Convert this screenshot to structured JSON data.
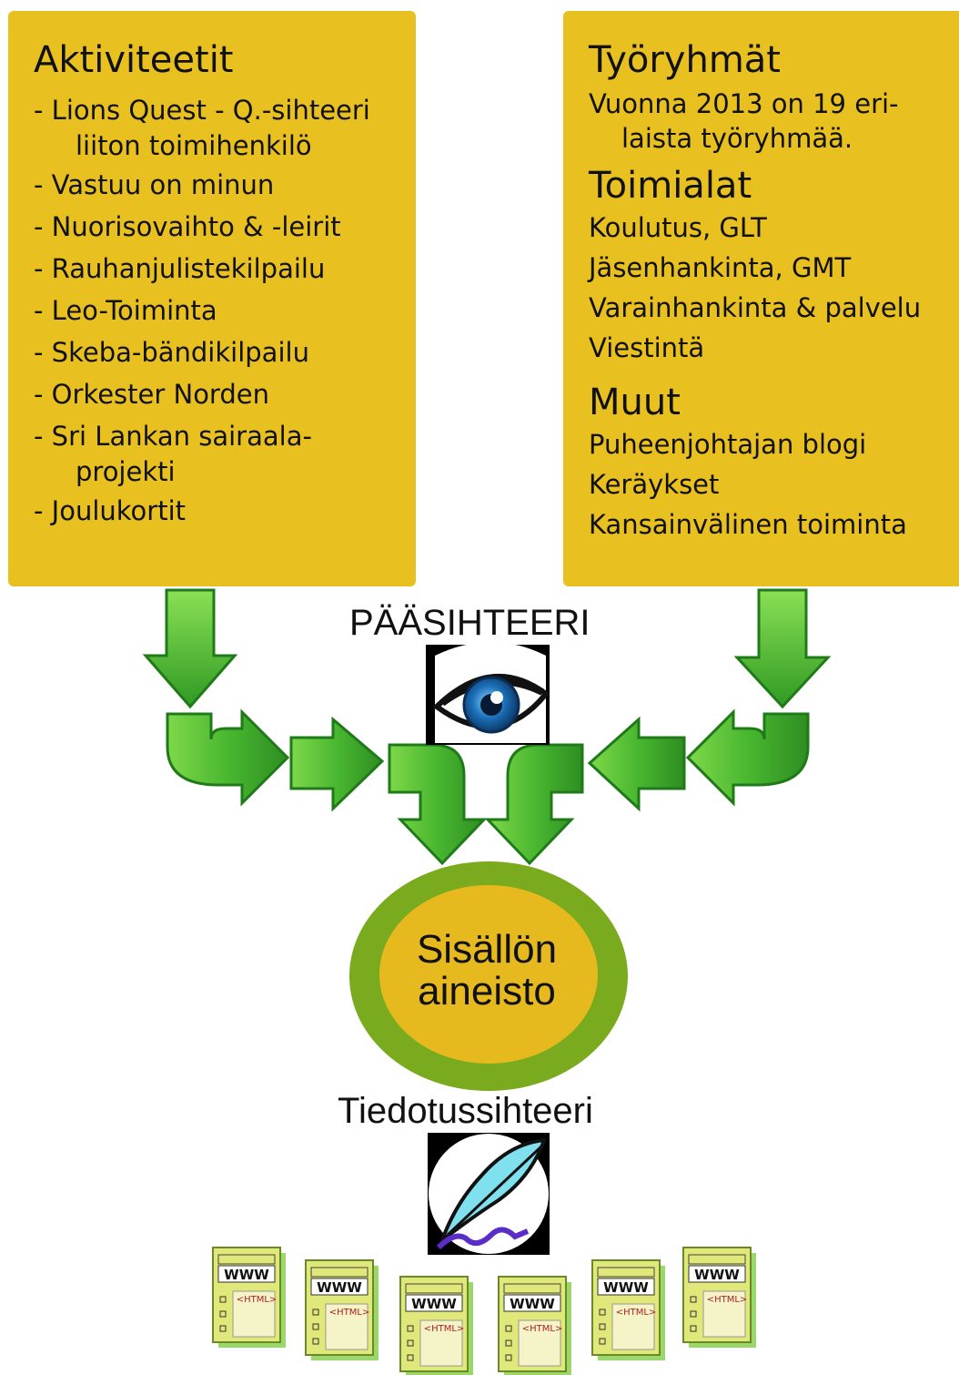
{
  "left_box": {
    "title": "Aktiviteetit",
    "items": [
      [
        "- Lions Quest - Q.-sihteeri",
        "liiton toimihenkilö"
      ],
      [
        "- Vastuu on minun"
      ],
      [
        "- Nuorisovaihto & -leirit"
      ],
      [
        "- Rauhanjulistekilpailu"
      ],
      [
        "- Leo-Toiminta"
      ],
      [
        "- Skeba-bändikilpailu"
      ],
      [
        "- Orkester Norden"
      ],
      [
        "- Sri Lankan sairaala-",
        "projekti"
      ],
      [
        "- Joulukortit"
      ]
    ]
  },
  "right_box": {
    "workgroups_title": "Työryhmät",
    "workgroups_text_line1": "Vuonna 2013 on 19 eri-",
    "workgroups_text_line2": "laista työryhmää.",
    "fields_title": "Toimialat",
    "fields": [
      "Koulutus, GLT",
      "Jäsenhankinta, GMT",
      "Varainhankinta & palvelu",
      "Viestintä"
    ],
    "other_title": "Muut",
    "other": [
      "Puheenjohtajan blogi",
      "Keräykset",
      "Kansainvälinen toiminta"
    ]
  },
  "chief_secretary_label": "PÄÄSIHTEERI",
  "center_circle": {
    "line1": "Sisällön",
    "line2": "aineisto"
  },
  "editor_label": "Tiedotussihteeri",
  "web_page_icon": {
    "www_text": "WWW",
    "html_text": "<HTML>",
    "count": 6
  },
  "colors": {
    "box": "#e8c020",
    "arrow": "#3aa828",
    "arrow_light": "#8fe05a",
    "ring": "#7aaa1e",
    "core": "#e6b91f"
  }
}
